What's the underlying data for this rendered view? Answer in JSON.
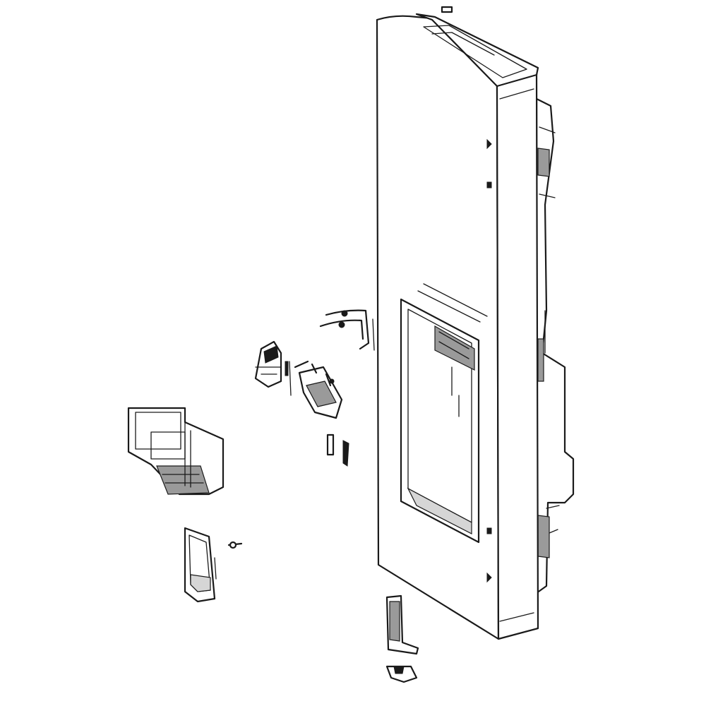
{
  "diagram": {
    "type": "exploded-parts-view",
    "parts": [
      {
        "id": "door-panel",
        "icon": "door-panel-icon"
      },
      {
        "id": "dispenser-cover",
        "icon": "dispenser-cover-icon"
      },
      {
        "id": "dispenser-lever-module",
        "icon": "lever-module-icon"
      },
      {
        "id": "actuator-bracket",
        "icon": "bracket-icon"
      },
      {
        "id": "wire-spring",
        "icon": "spring-icon"
      },
      {
        "id": "hinge-bracket",
        "icon": "hinge-icon"
      },
      {
        "id": "hinge-cap",
        "icon": "cap-icon"
      },
      {
        "id": "small-button",
        "icon": "button-icon"
      },
      {
        "id": "screw",
        "icon": "screw-icon"
      }
    ],
    "colors": {
      "line": "#1a1a1a",
      "background": "#ffffff",
      "shade": "#9a9a9a"
    }
  }
}
